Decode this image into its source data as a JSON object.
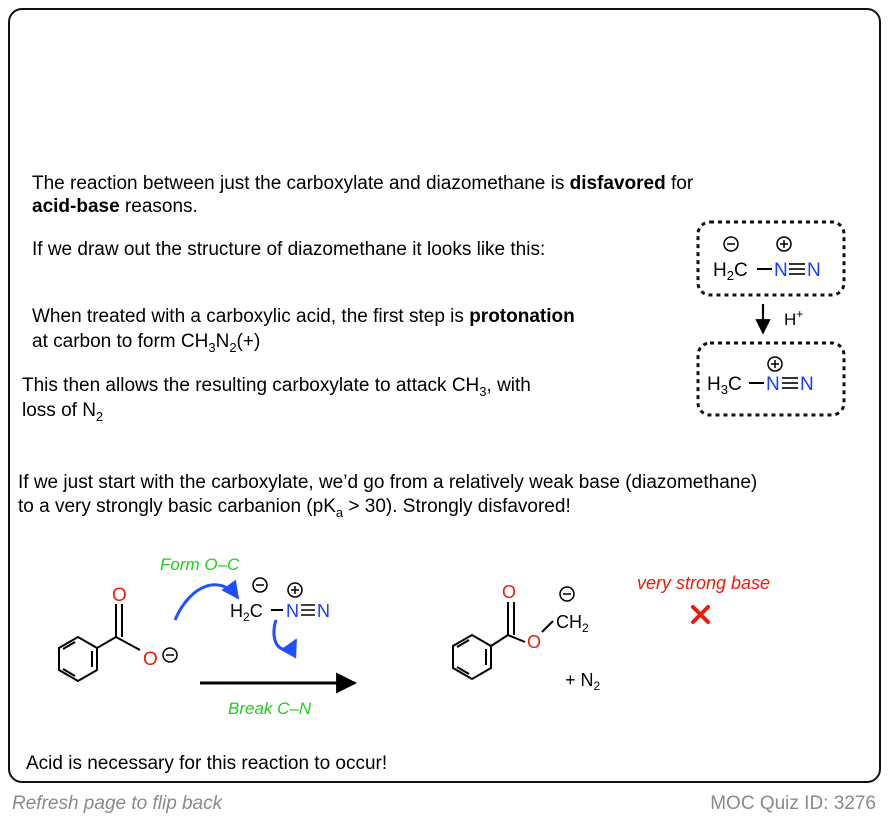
{
  "para1": {
    "pre": "The reaction between just the carboxylate and diazomethane is ",
    "bold": "disfavored",
    "post": " for",
    "line2_bold": "acid-base",
    "line2_post": " reasons."
  },
  "para2": "If we draw out the structure of diazomethane it looks like this:",
  "para3": {
    "pre": "When treated with a carboxylic acid, the first step is ",
    "bold": "protonation",
    "line2_pre": "at carbon to form CH",
    "sub1": "3",
    "mid": "N",
    "sub2": "2",
    "line2_post": "(+)"
  },
  "para4": {
    "line1_pre": "This then allows the resulting carboxylate to attack CH",
    "sub1": "3",
    "line1_post": ", with",
    "line2_pre": "loss of N",
    "sub2": "2"
  },
  "para5": {
    "line1": "If we just start with the carboxylate, we’d go from a relatively weak base (diazomethane)",
    "line2_pre": "to a very strongly basic carbanion (pK",
    "sub": "a",
    "line2_post": " > 30). Strongly disfavored!"
  },
  "diagram": {
    "h2c": "H",
    "two": "2",
    "c": "C",
    "h3c_h": "H",
    "three": "3",
    "n": "N",
    "h_plus": "H",
    "plus": "+",
    "oxygen": "O",
    "ch2_ch": "CH",
    "n2_plus": "+ N",
    "form_label": "Form O–C",
    "break_label": "Break C–N",
    "strong_base_label": "very strong base"
  },
  "conclusion": "Acid is necessary for this reaction to occur!",
  "footer": {
    "refresh": "Refresh page to flip back",
    "quiz_id": "MOC Quiz ID: 3276"
  },
  "colors": {
    "nitrogen": "#1a3cff",
    "oxygen": "#e81e0b",
    "curly_arrow": "#1f4fff",
    "green_label": "#1fcc1f",
    "red_label": "#e81e0b"
  }
}
